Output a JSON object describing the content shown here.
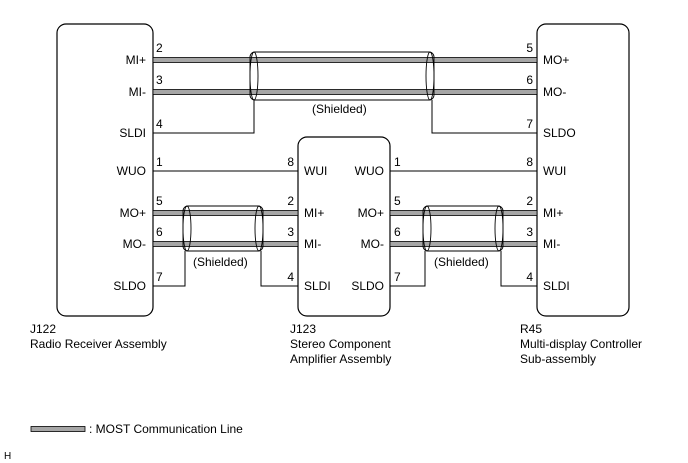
{
  "connectors": {
    "j122": {
      "code": "J122",
      "name": "Radio Receiver Assembly",
      "pins": [
        {
          "num": "2",
          "label": "MI+"
        },
        {
          "num": "3",
          "label": "MI-"
        },
        {
          "num": "4",
          "label": "SLDI"
        },
        {
          "num": "1",
          "label": "WUO"
        },
        {
          "num": "5",
          "label": "MO+"
        },
        {
          "num": "6",
          "label": "MO-"
        },
        {
          "num": "7",
          "label": "SLDO"
        }
      ]
    },
    "j123": {
      "code": "J123",
      "name_line1": "Stereo Component",
      "name_line2": "Amplifier Assembly",
      "left_pins": [
        {
          "num": "8",
          "label": "WUI"
        },
        {
          "num": "2",
          "label": "MI+"
        },
        {
          "num": "3",
          "label": "MI-"
        },
        {
          "num": "4",
          "label": "SLDI"
        }
      ],
      "right_pins": [
        {
          "num": "1",
          "label": "WUO"
        },
        {
          "num": "5",
          "label": "MO+"
        },
        {
          "num": "6",
          "label": "MO-"
        },
        {
          "num": "7",
          "label": "SLDO"
        }
      ]
    },
    "r45": {
      "code": "R45",
      "name_line1": "Multi-display Controller",
      "name_line2": "Sub-assembly",
      "pins": [
        {
          "num": "5",
          "label": "MO+"
        },
        {
          "num": "6",
          "label": "MO-"
        },
        {
          "num": "7",
          "label": "SLDO"
        },
        {
          "num": "8",
          "label": "WUI"
        },
        {
          "num": "2",
          "label": "MI+"
        },
        {
          "num": "3",
          "label": "MI-"
        },
        {
          "num": "4",
          "label": "SLDI"
        }
      ]
    }
  },
  "shield_labels": [
    "(Shielded)",
    "(Shielded)",
    "(Shielded)"
  ],
  "legend": {
    "text": ": MOST Communication Line"
  },
  "footer_mark": "H",
  "colors": {
    "line": "#000000",
    "most_fill": "#a6a6a6"
  }
}
